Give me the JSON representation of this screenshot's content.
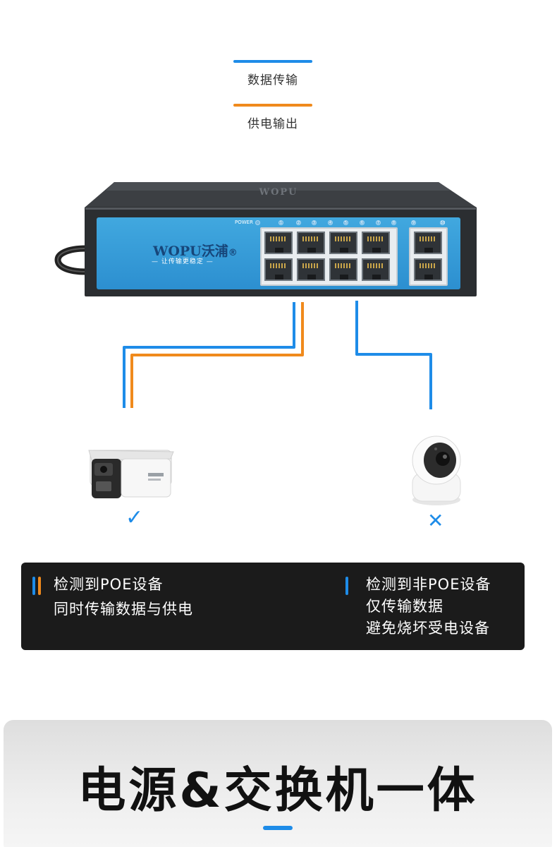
{
  "legend": {
    "items": [
      {
        "label": "数据传输",
        "color": "#1e8ce8"
      },
      {
        "label": "供电输出",
        "color": "#f08a1c"
      }
    ]
  },
  "switch": {
    "brand": "WOPU沃浦",
    "registered_mark": "®",
    "slogan": "— 让传输更稳定 —",
    "power_label": "POWER",
    "port_numbers": [
      "1",
      "2",
      "3",
      "4",
      "5",
      "6",
      "7",
      "8",
      "9",
      "10"
    ]
  },
  "devices": [
    {
      "name": "POE camera",
      "status_mark": "✓"
    },
    {
      "name": "non-POE camera",
      "status_mark": "✕"
    }
  ],
  "panel": {
    "left_lines": [
      "检测到POE设备",
      "同时传输数据与供电"
    ],
    "right_lines": [
      "检测到非POE设备",
      "仅传输数据",
      "避免烧坏受电设备"
    ]
  },
  "bottom": {
    "title": "电源&交换机一体"
  },
  "colors": {
    "data": "#1e8ce8",
    "power": "#f08a1c"
  }
}
